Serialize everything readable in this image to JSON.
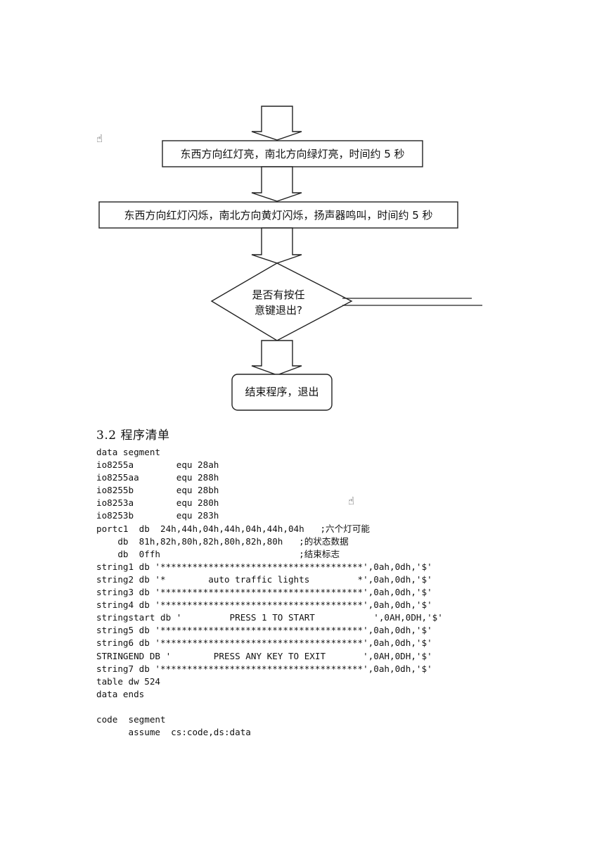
{
  "flowchart": {
    "box1": "东西方向红灯亮，南北方向绿灯亮，时间约 5 秒",
    "box2": "东西方向红灯闪烁，南北方向黄灯闪烁，扬声器鸣叫，时间约 5 秒",
    "decision_line1": "是否有按任",
    "decision_line2": "意键退出?",
    "end": "结束程序，退出"
  },
  "icons": [
    "hand-cursor-icon",
    "hand-cursor-icon"
  ],
  "section_heading": "3.2 程序清单",
  "code_lines": [
    "data segment",
    "io8255a        equ 28ah",
    "io8255aa       equ 288h",
    "io8255b        equ 28bh",
    "io8253a        equ 280h",
    "io8253b        equ 283h",
    "portc1  db  24h,44h,04h,44h,04h,44h,04h   ;六个灯可能",
    "    db  81h,82h,80h,82h,80h,82h,80h   ;的状态数据",
    "    db  0ffh                          ;结束标志",
    "string1 db '**************************************',0ah,0dh,'$'",
    "string2 db '*        auto traffic lights         *',0ah,0dh,'$'",
    "string3 db '**************************************',0ah,0dh,'$'",
    "string4 db '**************************************',0ah,0dh,'$'",
    "stringstart db '         PRESS 1 TO START           ',0AH,0DH,'$'",
    "string5 db '**************************************',0ah,0dh,'$'",
    "string6 db '**************************************',0ah,0dh,'$'",
    "STRINGEND DB '        PRESS ANY KEY TO EXIT       ',0AH,0DH,'$'",
    "string7 db '**************************************',0ah,0dh,'$'",
    "table dw 524",
    "data ends",
    "",
    "code  segment",
    "      assume  cs:code,ds:data"
  ]
}
